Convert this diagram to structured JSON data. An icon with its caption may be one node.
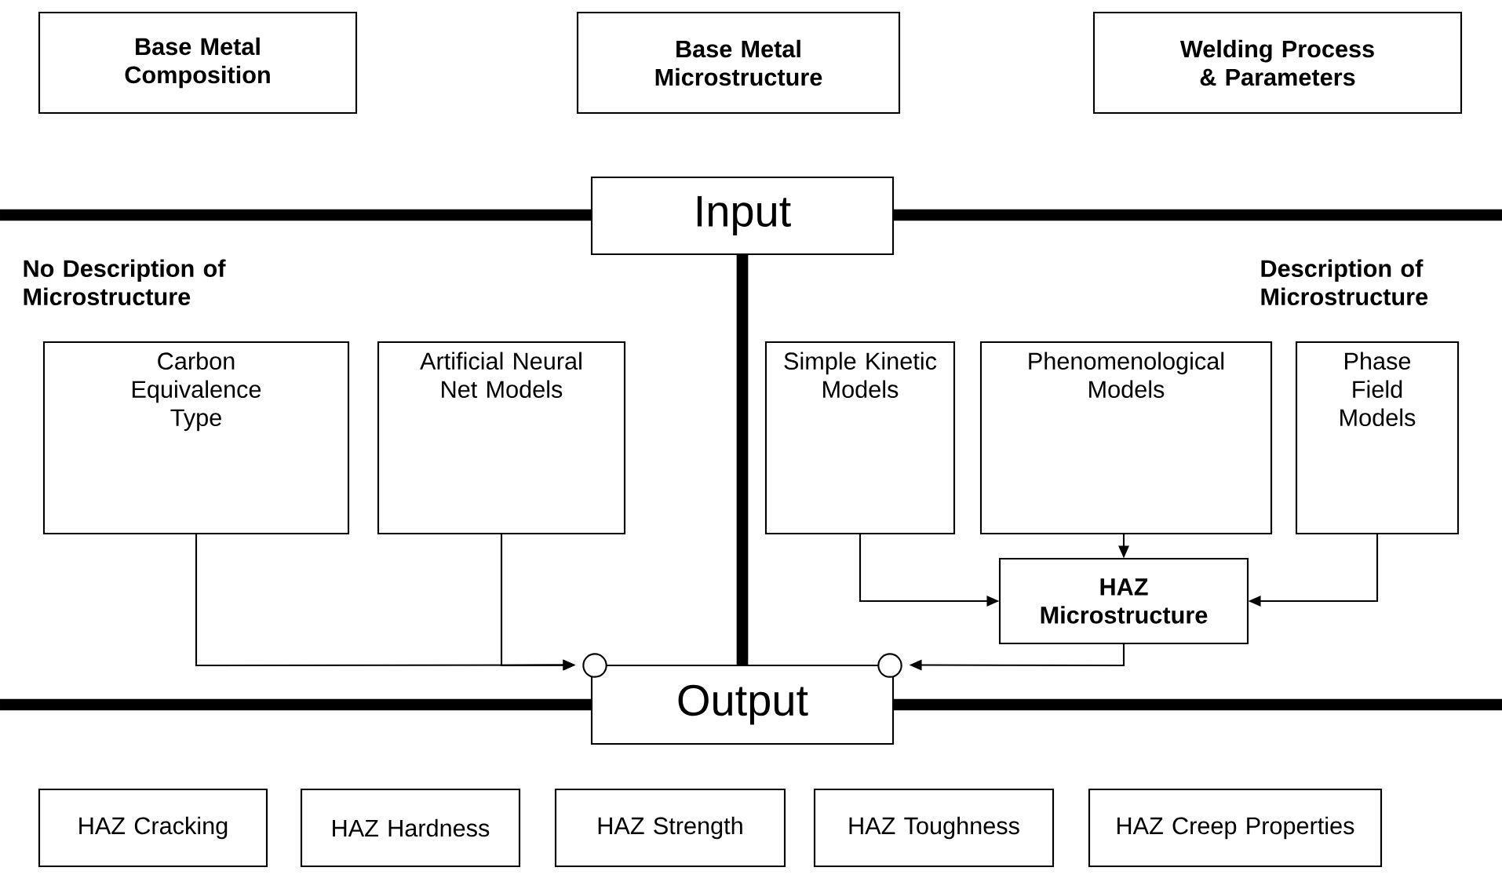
{
  "diagram": {
    "nodes": [
      {
        "text": [
          "Base Metal Composition"
        ]
      },
      {
        "text": [
          "Base Metal Microstructure"
        ]
      },
      {
        "text": [
          "Welding Process & Parameters"
        ]
      },
      {
        "text": [
          "Input"
        ]
      },
      {
        "text": [
          "Carbon Equivalence Type"
        ]
      },
      {
        "text": [
          "Artificial Neural Net Models"
        ]
      },
      {
        "text": [
          "Simple Kinetic Models"
        ]
      },
      {
        "text": [
          "Phenomenological Models"
        ]
      },
      {
        "text": [
          "Phase Field Models"
        ]
      },
      {
        "text": [
          "HAZ Microstructure"
        ]
      },
      {
        "text": [
          "Output"
        ]
      },
      {
        "text": [
          "HAZ Cracking"
        ]
      },
      {
        "text": [
          "HAZ Hardness"
        ]
      },
      {
        "text": [
          "HAZ Strength"
        ]
      },
      {
        "text": [
          "HAZ Toughness"
        ]
      },
      {
        "text": [
          "HAZ Creep Properties"
        ]
      }
    ],
    "edges": [
      {
        "from": 3,
        "to": 10,
        "arrow": "none",
        "style": "thick"
      },
      {
        "from": 4,
        "to": 10,
        "arrow": "to"
      },
      {
        "from": 5,
        "to": 10,
        "arrow": "to"
      },
      {
        "from": 6,
        "to": 9,
        "arrow": "to"
      },
      {
        "from": 7,
        "to": 9,
        "arrow": "to"
      },
      {
        "from": 8,
        "to": 9,
        "arrow": "to"
      },
      {
        "from": 9,
        "to": 10,
        "arrow": "to"
      }
    ],
    "labels": [
      "No Description of Microstructure",
      "Description of Microstructure"
    ]
  }
}
